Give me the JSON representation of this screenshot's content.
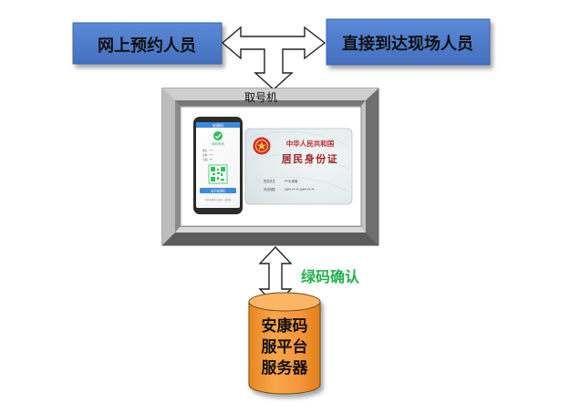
{
  "boxes": {
    "online_label": "网上预约人员",
    "walkin_label": "直接到达现场人员"
  },
  "machine": {
    "label": "取号机"
  },
  "phone": {
    "app_header": "安康码",
    "status_text": "绿码有效",
    "fields": [
      "姓名: ***",
      "证件: ***",
      "日期: ***"
    ],
    "footer_button": "出示安康码",
    "footer_note": "本码仅限本人使用 · 安徽省"
  },
  "idcard": {
    "country": "中华人民共和国",
    "title": "居民身份证",
    "authority_label": "签发机关",
    "authority_value": "***公安局",
    "validity_label": "有效期限",
    "validity_value": "20**.**.**-20**.**.**"
  },
  "confirm": {
    "label": "绿码确认"
  },
  "server": {
    "line1": "安康码",
    "line2": "服平台",
    "line3": "服务器"
  },
  "colors": {
    "box_blue": "#4a78c6",
    "green_text": "#23b14d",
    "server_orange": "#f79a35",
    "frame_gray": "#9a9a9a"
  }
}
